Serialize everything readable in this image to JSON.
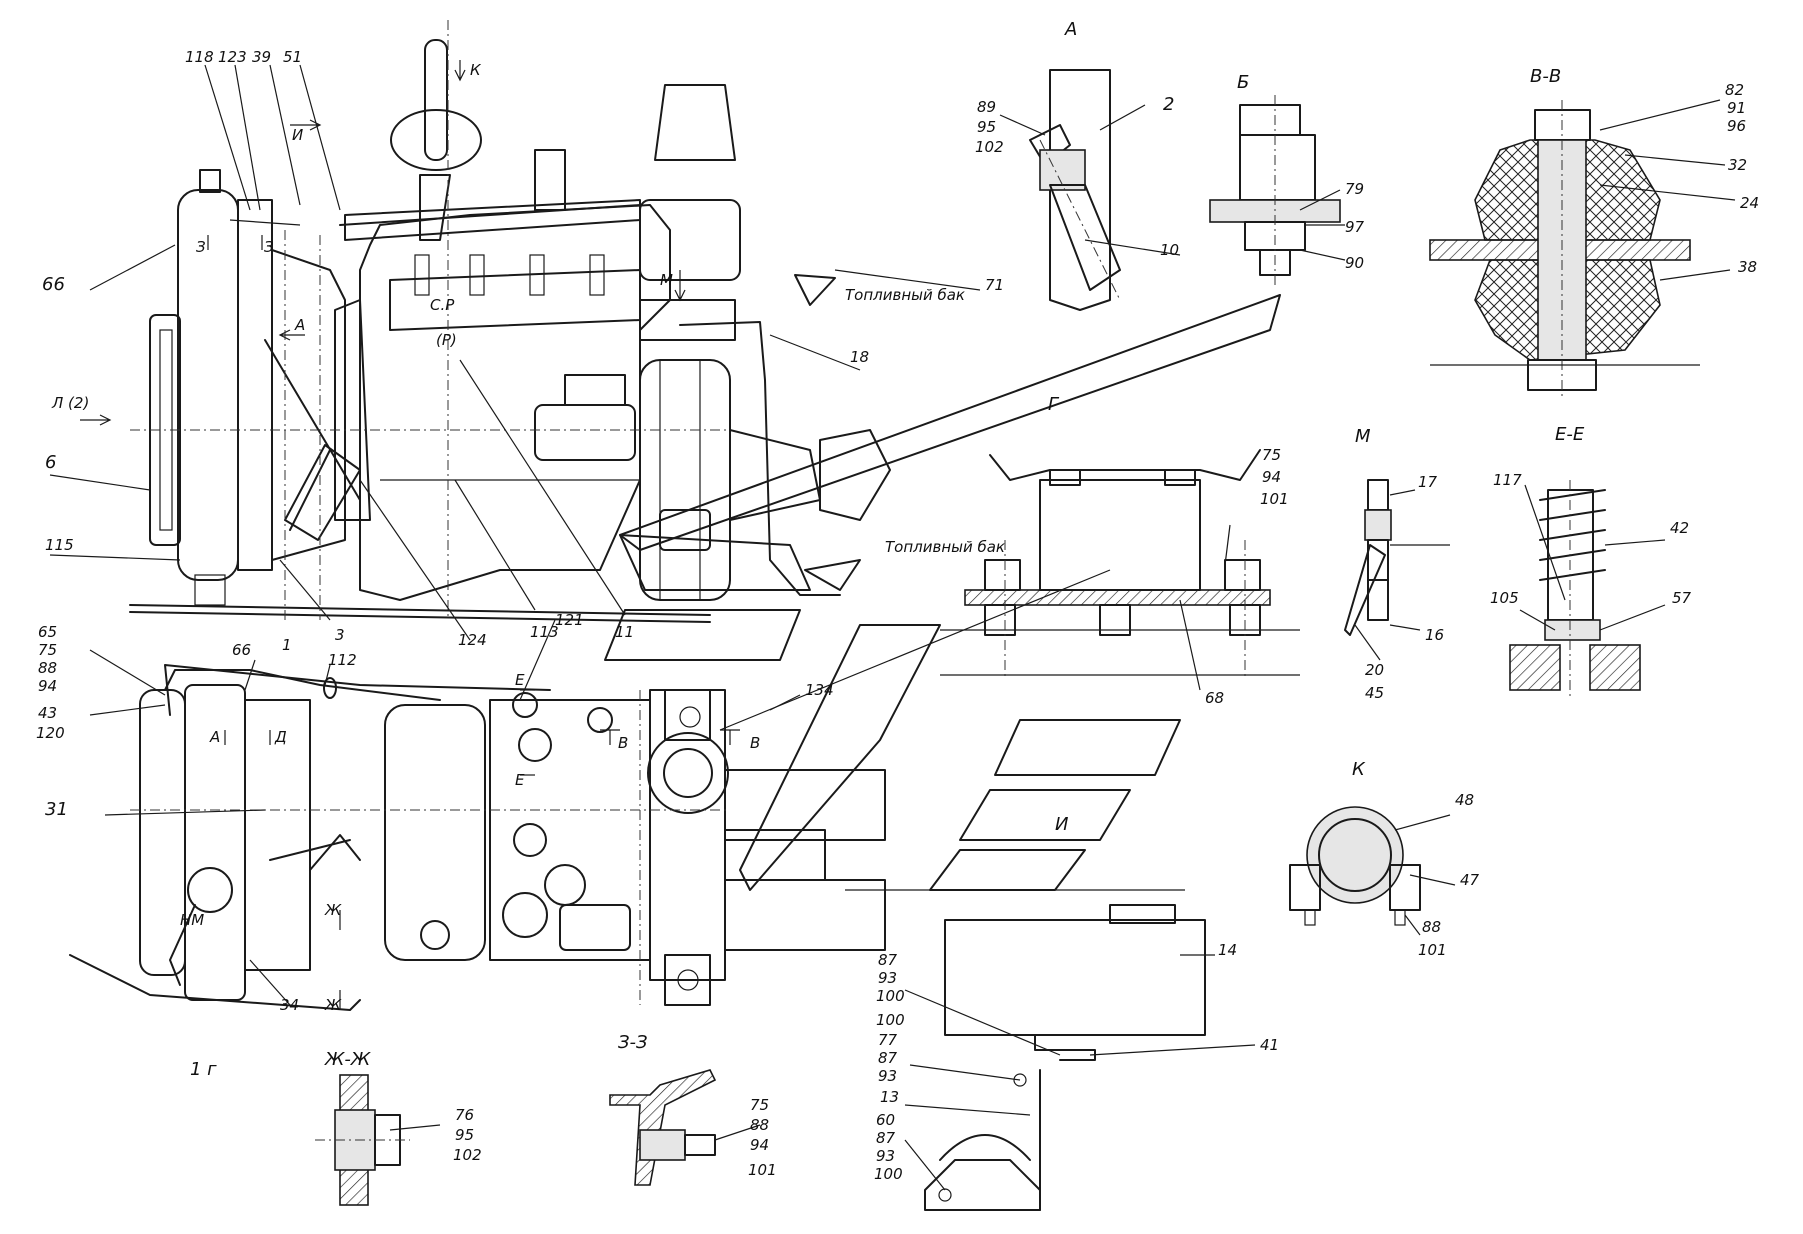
{
  "sections": {
    "A": "А",
    "B": "Б",
    "VV": "В-В",
    "G": "Г",
    "M": "М",
    "EE": "Е-Е",
    "K": "К",
    "ZhZh": "Ж-Ж",
    "ZZ": "З-З",
    "I": "И",
    "view_1G": "1 г"
  },
  "notes": {
    "fuel_tank_1": "Топливный бак",
    "fuel_tank_2": "Топливный бак",
    "view_L": "Л (2)",
    "view_K_arrow": "К",
    "view_I_arrow": "И",
    "view_A_arrow": "А",
    "view_M_arrow": "М",
    "sec_3_left": "З",
    "sec_3_right": "З",
    "mark_A": "А",
    "mark_D": "Д",
    "mark_V1": "В",
    "mark_V2": "В",
    "mark_E1": "Е",
    "mark_E2": "Е",
    "mark_Zh1": "Ж",
    "mark_Zh2": "Ж",
    "mark_G": "Г",
    "mark_NM": "НМ",
    "mark_CR": "С.Р",
    "mark_PL": "(Р)"
  },
  "callouts": {
    "c118": "118",
    "c123": "123",
    "c39": "39",
    "c51": "51",
    "c66": "66",
    "c6": "6",
    "c115": "115",
    "c3": "3",
    "c124": "124",
    "c113": "113",
    "c11": "11",
    "c18": "18",
    "c71": "71",
    "c2": "2",
    "c10": "10",
    "c89": "89",
    "c95a": "95",
    "c102a": "102",
    "c79": "79",
    "c97": "97",
    "c90": "90",
    "c82": "82",
    "c91": "91",
    "c96": "96",
    "c32": "32",
    "c24": "24",
    "c38": "38",
    "c75a": "75",
    "c94a": "94",
    "c101a": "101",
    "c68": "68",
    "c17": "17",
    "c16": "16",
    "c20": "20",
    "c45": "45",
    "c117": "117",
    "c42": "42",
    "c105": "105",
    "c57": "57",
    "c65": "65",
    "c75b": "75",
    "c88a": "88",
    "c94b": "94",
    "c43": "43",
    "c120": "120",
    "c66b": "66",
    "c1": "1",
    "c112": "112",
    "c121": "121",
    "c134": "134",
    "c31": "31",
    "c34": "34",
    "c48": "48",
    "c47": "47",
    "c88b": "88",
    "c101b": "101",
    "c14": "14",
    "c87a": "87",
    "c93a": "93",
    "c100a": "100",
    "c100b": "100",
    "c77": "77",
    "c87b": "87",
    "c93b": "93",
    "c41": "41",
    "c13": "13",
    "c60": "60",
    "c87c": "87",
    "c93c": "93",
    "c100c": "100",
    "c76": "76",
    "c95b": "95",
    "c102b": "102",
    "c75c": "75",
    "c88c": "88",
    "c94c": "94",
    "c101c": "101"
  }
}
